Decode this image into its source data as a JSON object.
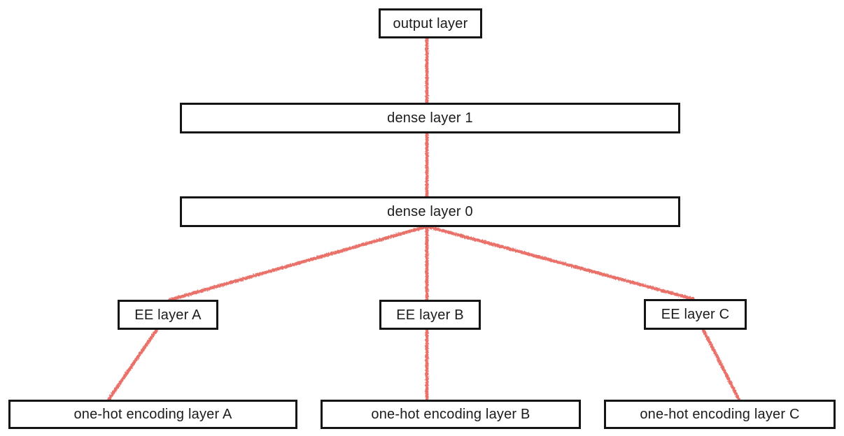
{
  "diagram": {
    "type": "neural-network-architecture",
    "background": "#ffffff",
    "colors": {
      "connector": "#e9655d",
      "box_border": "#141414",
      "box_fill": "#ffffff",
      "text": "#1b1b1b"
    },
    "nodes": {
      "output_layer": {
        "label": "output layer"
      },
      "dense_layer_1": {
        "label": "dense layer 1"
      },
      "dense_layer_0": {
        "label": "dense layer 0"
      },
      "ee_layer_a": {
        "label": "EE layer A"
      },
      "ee_layer_b": {
        "label": "EE layer B"
      },
      "ee_layer_c": {
        "label": "EE layer C"
      },
      "one_hot_a": {
        "label": "one-hot encoding layer A"
      },
      "one_hot_b": {
        "label": "one-hot encoding layer B"
      },
      "one_hot_c": {
        "label": "one-hot encoding layer C"
      }
    },
    "edges": [
      {
        "from": "output_layer",
        "to": "dense_layer_1"
      },
      {
        "from": "dense_layer_1",
        "to": "dense_layer_0"
      },
      {
        "from": "dense_layer_0",
        "to": "ee_layer_a"
      },
      {
        "from": "dense_layer_0",
        "to": "ee_layer_b"
      },
      {
        "from": "dense_layer_0",
        "to": "ee_layer_c"
      },
      {
        "from": "ee_layer_a",
        "to": "one_hot_a"
      },
      {
        "from": "ee_layer_b",
        "to": "one_hot_b"
      },
      {
        "from": "ee_layer_c",
        "to": "one_hot_c"
      }
    ]
  }
}
